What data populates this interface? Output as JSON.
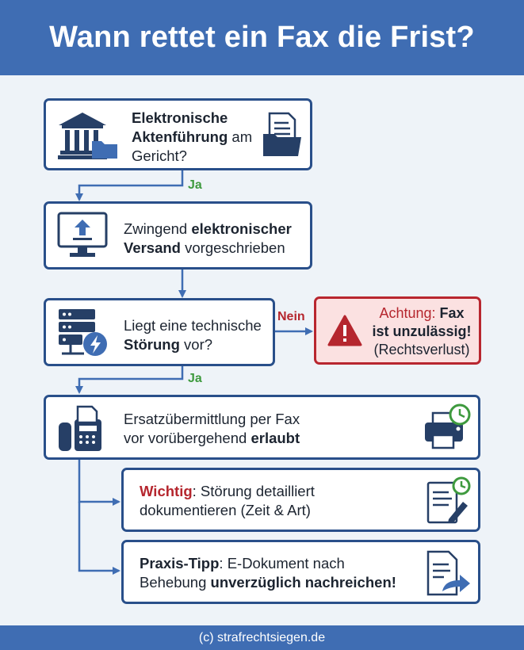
{
  "title": "Wann rettet ein Fax die Frist?",
  "steps": {
    "s1": {
      "bold1": "Elektronische",
      "bold2": "Aktenführung",
      "rest2": " am",
      "line3": "Gericht?"
    },
    "s2": {
      "pre1": "Zwingend ",
      "bold1": "elektronischer",
      "bold2": "Versand",
      "rest2": " vorgeschrieben"
    },
    "s3": {
      "line1": "Liegt eine technische",
      "bold2": "Störung",
      "rest2": " vor?"
    },
    "s4": {
      "line1": "Ersatzübermittlung per Fax",
      "pre2": "vor vorübergehend ",
      "bold2": "erlaubt"
    },
    "s5": {
      "red1": "Wichtig",
      "rest1": ": Störung detailliert",
      "line2": "dokumentieren (Zeit & Art)"
    },
    "s6": {
      "bold1": "Praxis-Tipp",
      "rest1": ": E-Dokument nach",
      "pre2": "Behebung ",
      "bold2": "unverzüglich nachreichen!"
    }
  },
  "warning": {
    "pre1": "Achtung: ",
    "bold1": "Fax",
    "bold2": "ist unzulässig!",
    "line3": "(Rechtsverlust)"
  },
  "labels": {
    "ja1": "Ja",
    "nein": "Nein",
    "ja2": "Ja"
  },
  "footer": "(c) strafrechtsiegen.de",
  "colors": {
    "header": "#3f6db3",
    "border": "#294f8a",
    "green": "#3e9a3e",
    "red": "#b5262e",
    "warn_bg": "#fbe1e1"
  }
}
